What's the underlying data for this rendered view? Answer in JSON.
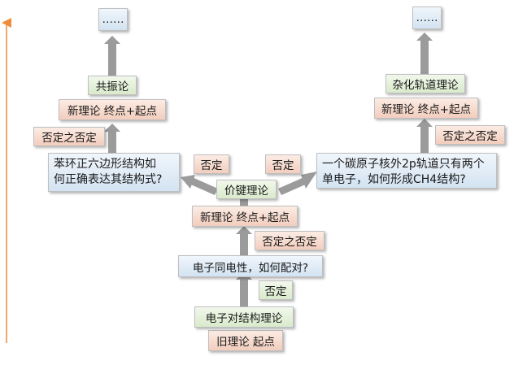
{
  "center": {
    "old_theory_start": "旧理论 起点",
    "electron_pair_theory": "电子对结构理论",
    "negation": "否定",
    "like_charge_question": "电子同电性，如何配对?",
    "negation_of_negation": "否定之否定",
    "new_theory": "新理论 终点+起点",
    "valence_bond_theory": "价键理论"
  },
  "left": {
    "negation": "否定",
    "question_lines": [
      "苯环正六边形结构如",
      "何正确表达其结构式?"
    ],
    "negation_of_negation": "否定之否定",
    "new_theory": "新理论 终点+起点",
    "resonance": "共振论",
    "ellipsis": "……"
  },
  "right": {
    "negation": "否定",
    "question_lines": [
      "一个碳原子核外2p轨道只有两个",
      "单电子，如何形成CH4结构?"
    ],
    "negation_of_negation": "否定之否定",
    "new_theory": "新理论 终点+起点",
    "hybrid_orbital": "杂化轨道理论",
    "ellipsis": "……"
  },
  "colors": {
    "arrow": "#9b9b9b",
    "axis": "#f08c3a",
    "green_box": "#dfeed2",
    "peach_box": "#f5d6c8",
    "blue_box": "#dbe8f5"
  }
}
